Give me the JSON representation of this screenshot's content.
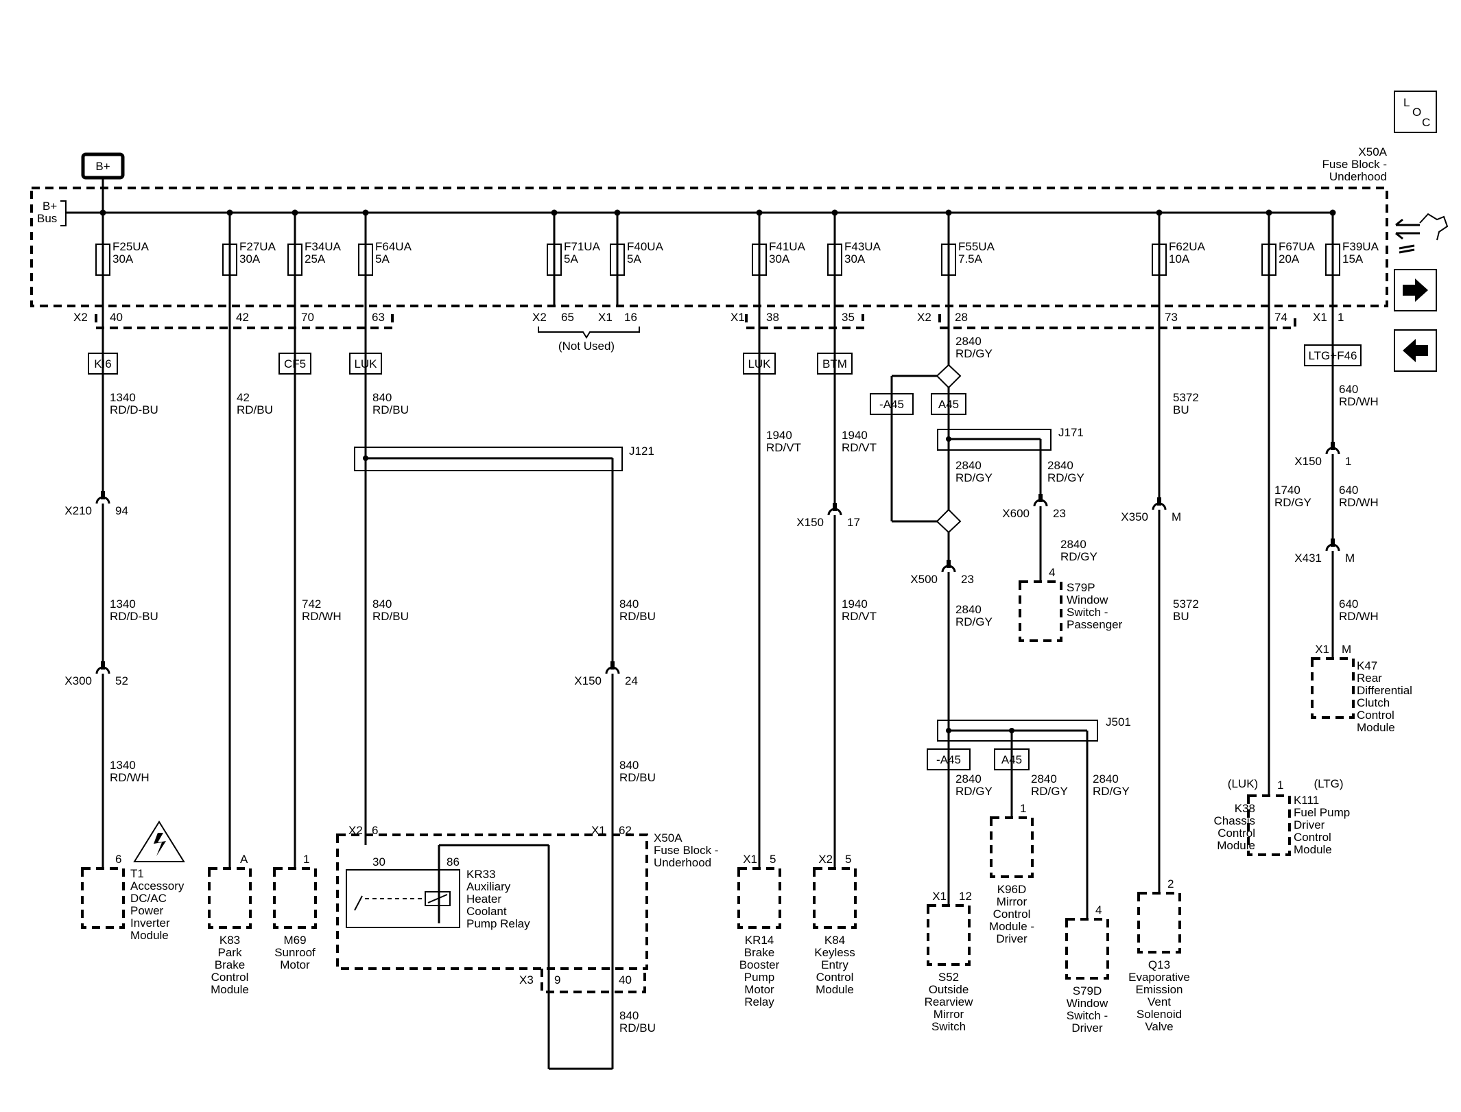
{
  "title_box": "B+",
  "loc_label": [
    "L",
    "O",
    "C"
  ],
  "fuse_block_label": [
    "X50A",
    "Fuse Block -",
    "Underhood"
  ],
  "bus_label": [
    "B+",
    "Bus"
  ],
  "fuses": [
    {
      "id": "F25UA",
      "amps": "30A"
    },
    {
      "id": "F27UA",
      "amps": "30A"
    },
    {
      "id": "F34UA",
      "amps": "25A"
    },
    {
      "id": "F64UA",
      "amps": "5A"
    },
    {
      "id": "F71UA",
      "amps": "5A"
    },
    {
      "id": "F40UA",
      "amps": "5A"
    },
    {
      "id": "F41UA",
      "amps": "30A"
    },
    {
      "id": "F43UA",
      "amps": "30A"
    },
    {
      "id": "F55UA",
      "amps": "7.5A"
    },
    {
      "id": "F62UA",
      "amps": "10A"
    },
    {
      "id": "F67UA",
      "amps": "20A"
    },
    {
      "id": "F39UA",
      "amps": "15A"
    }
  ],
  "fuse_block_pins": {
    "x2_a": "X2",
    "p40": "40",
    "p42": "42",
    "p70": "70",
    "p63": "63",
    "x2_b": "X2",
    "p65": "65",
    "x1_b": "X1",
    "p16": "16",
    "not_used": "(Not Used)",
    "x1_c": "X1",
    "p38": "38",
    "p35": "35",
    "x2_d": "X2",
    "p28": "28",
    "p73": "73",
    "p74": "74",
    "x1_e": "X1",
    "p1": "1"
  },
  "option_tags": [
    "KI6",
    "CF5",
    "LUK",
    "LUK",
    "BTM",
    "LTG+F46",
    "-A45",
    "A45",
    "-A45",
    "A45"
  ],
  "splices": [
    "J121",
    "J171",
    "J501"
  ],
  "connectors": [
    {
      "name": "X210",
      "pin": "94"
    },
    {
      "name": "X300",
      "pin": "52"
    },
    {
      "name": "X150",
      "pin": "24"
    },
    {
      "name": "X150",
      "pin": "17"
    },
    {
      "name": "X500",
      "pin": "23"
    },
    {
      "name": "X600",
      "pin": "23"
    },
    {
      "name": "X350",
      "pin": "M"
    },
    {
      "name": "X150",
      "pin": "1"
    },
    {
      "name": "X431",
      "pin": "M"
    }
  ],
  "wires": [
    {
      "circuit": "1340",
      "color": "RD/D-BU"
    },
    {
      "circuit": "1340",
      "color": "RD/D-BU"
    },
    {
      "circuit": "1340",
      "color": "RD/WH"
    },
    {
      "circuit": "42",
      "color": "RD/BU"
    },
    {
      "circuit": "742",
      "color": "RD/WH"
    },
    {
      "circuit": "840",
      "color": "RD/BU"
    },
    {
      "circuit": "840",
      "color": "RD/BU"
    },
    {
      "circuit": "840",
      "color": "RD/BU"
    },
    {
      "circuit": "840",
      "color": "RD/BU"
    },
    {
      "circuit": "840",
      "color": "RD/BU"
    },
    {
      "circuit": "1940",
      "color": "RD/VT"
    },
    {
      "circuit": "1940",
      "color": "RD/VT"
    },
    {
      "circuit": "1940",
      "color": "RD/VT"
    },
    {
      "circuit": "2840",
      "color": "RD/GY"
    },
    {
      "circuit": "2840",
      "color": "RD/GY"
    },
    {
      "circuit": "2840",
      "color": "RD/GY"
    },
    {
      "circuit": "2840",
      "color": "RD/GY"
    },
    {
      "circuit": "2840",
      "color": "RD/GY"
    },
    {
      "circuit": "2840",
      "color": "RD/GY"
    },
    {
      "circuit": "2840",
      "color": "RD/GY"
    },
    {
      "circuit": "2840",
      "color": "RD/GY"
    },
    {
      "circuit": "5372",
      "color": "BU"
    },
    {
      "circuit": "5372",
      "color": "BU"
    },
    {
      "circuit": "1740",
      "color": "RD/GY"
    },
    {
      "circuit": "640",
      "color": "RD/WH"
    },
    {
      "circuit": "640",
      "color": "RD/WH"
    },
    {
      "circuit": "640",
      "color": "RD/WH"
    }
  ],
  "relay_block": {
    "x2": "X2",
    "p6": "6",
    "x1": "X1",
    "p62": "62",
    "p30": "30",
    "p86": "86",
    "x3": "X3",
    "p9": "9",
    "p40": "40",
    "block_label": [
      "X50A",
      "Fuse Block -",
      "Underhood"
    ],
    "relay_label": [
      "KR33",
      "Auxiliary",
      "Heater",
      "Coolant",
      "Pump Relay"
    ],
    "return_circuit": "840",
    "return_color": "RD/BU"
  },
  "components": [
    {
      "pin": "6",
      "name": [
        "T1",
        "Accessory",
        "DC/AC",
        "Power",
        "Inverter",
        "Module"
      ]
    },
    {
      "pin": "A",
      "name": [
        "K83",
        "Park",
        "Brake",
        "Control",
        "Module"
      ]
    },
    {
      "pin": "1",
      "name": [
        "M69",
        "Sunroof",
        "Motor"
      ]
    },
    {
      "pin": "5",
      "conn": "X1",
      "name": [
        "KR14",
        "Brake",
        "Booster",
        "Pump",
        "Motor",
        "Relay"
      ]
    },
    {
      "pin": "5",
      "conn": "X2",
      "name": [
        "K84",
        "Keyless",
        "Entry",
        "Control",
        "Module"
      ]
    },
    {
      "pin": "4",
      "name": [
        "S79P",
        "Window",
        "Switch -",
        "Passenger"
      ]
    },
    {
      "pin": "12",
      "conn": "X1",
      "name": [
        "S52",
        "Outside",
        "Rearview",
        "Mirror",
        "Switch"
      ]
    },
    {
      "pin": "1",
      "name": [
        "K96D",
        "Mirror",
        "Control",
        "Module -",
        "Driver"
      ]
    },
    {
      "pin": "4",
      "name": [
        "S79D",
        "Window",
        "Switch -",
        "Driver"
      ]
    },
    {
      "pin": "2",
      "name": [
        "Q13",
        "Evaporative",
        "Emission",
        "Vent",
        "Solenoid",
        "Valve"
      ]
    },
    {
      "pin": "M",
      "conn": "X1",
      "name": [
        "K47",
        "Rear",
        "Differential",
        "Clutch",
        "Control",
        "Module"
      ]
    },
    {
      "pin": "1",
      "name": [
        "K38",
        "Chassis",
        "Control",
        "Module"
      ],
      "option": "(LUK)"
    },
    {
      "name": [
        "K111",
        "Fuel Pump",
        "Driver",
        "Control",
        "Module"
      ],
      "option": "(LTG)"
    }
  ],
  "colors": {
    "line": "#000000",
    "background": "#ffffff"
  },
  "nav_icons": [
    "connector-tool-icon",
    "arrow-right-icon",
    "arrow-left-icon"
  ]
}
